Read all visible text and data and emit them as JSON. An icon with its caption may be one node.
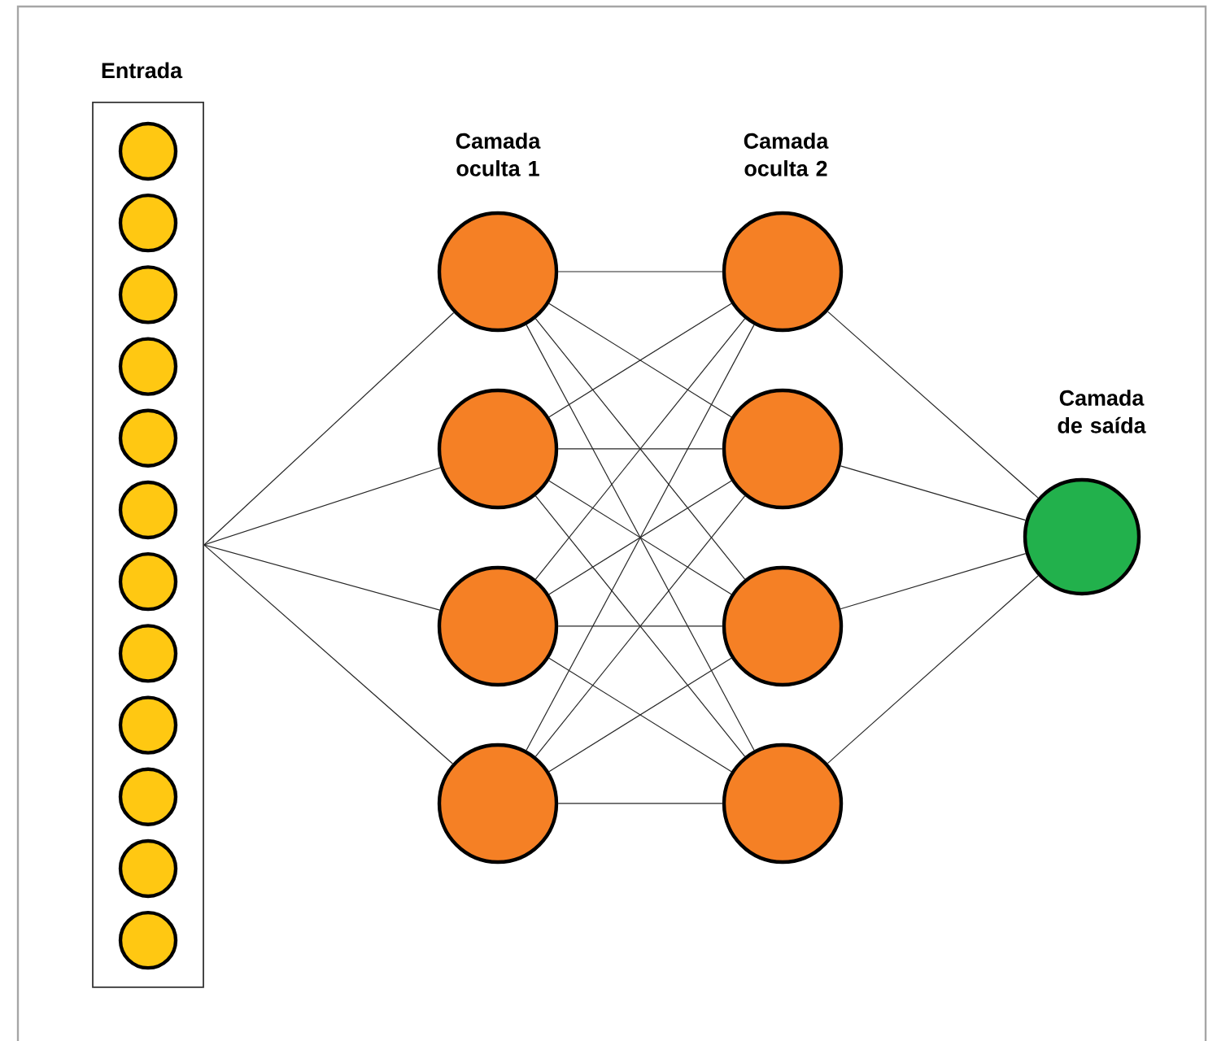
{
  "diagram": {
    "nodes": [
      {
        "text": [
          "Entrada"
        ]
      },
      {
        "text": [],
        "shape": "circle",
        "in": 0
      },
      {
        "text": [],
        "shape": "circle",
        "in": 0
      },
      {
        "text": [],
        "shape": "circle",
        "in": 0
      },
      {
        "text": [],
        "shape": "circle",
        "in": 0
      },
      {
        "text": [],
        "shape": "circle",
        "in": 0
      },
      {
        "text": [],
        "shape": "circle",
        "in": 0
      },
      {
        "text": [],
        "shape": "circle",
        "in": 0
      },
      {
        "text": [],
        "shape": "circle",
        "in": 0
      },
      {
        "text": [],
        "shape": "circle",
        "in": 0
      },
      {
        "text": [],
        "shape": "circle",
        "in": 0
      },
      {
        "text": [],
        "shape": "circle",
        "in": 0
      },
      {
        "text": [],
        "shape": "circle",
        "in": 0
      },
      {
        "text": [],
        "shape": "circle"
      },
      {
        "text": [],
        "shape": "circle"
      },
      {
        "text": [],
        "shape": "circle"
      },
      {
        "text": [],
        "shape": "circle"
      },
      {
        "text": [],
        "shape": "circle"
      },
      {
        "text": [],
        "shape": "circle"
      },
      {
        "text": [],
        "shape": "circle"
      },
      {
        "text": [],
        "shape": "circle"
      },
      {
        "text": [],
        "shape": "circle"
      }
    ],
    "edges": [
      {
        "from": 0,
        "to": 13,
        "arrow": "none"
      },
      {
        "from": 0,
        "to": 14,
        "arrow": "none"
      },
      {
        "from": 0,
        "to": 15,
        "arrow": "none"
      },
      {
        "from": 0,
        "to": 16,
        "arrow": "none"
      },
      {
        "from": 13,
        "to": 17,
        "arrow": "none"
      },
      {
        "from": 13,
        "to": 18,
        "arrow": "none"
      },
      {
        "from": 13,
        "to": 19,
        "arrow": "none"
      },
      {
        "from": 13,
        "to": 20,
        "arrow": "none"
      },
      {
        "from": 14,
        "to": 17,
        "arrow": "none"
      },
      {
        "from": 14,
        "to": 18,
        "arrow": "none"
      },
      {
        "from": 14,
        "to": 19,
        "arrow": "none"
      },
      {
        "from": 14,
        "to": 20,
        "arrow": "none"
      },
      {
        "from": 15,
        "to": 17,
        "arrow": "none"
      },
      {
        "from": 15,
        "to": 18,
        "arrow": "none"
      },
      {
        "from": 15,
        "to": 19,
        "arrow": "none"
      },
      {
        "from": 15,
        "to": 20,
        "arrow": "none"
      },
      {
        "from": 16,
        "to": 17,
        "arrow": "none"
      },
      {
        "from": 16,
        "to": 18,
        "arrow": "none"
      },
      {
        "from": 16,
        "to": 19,
        "arrow": "none"
      },
      {
        "from": 16,
        "to": 20,
        "arrow": "none"
      },
      {
        "from": 17,
        "to": 21,
        "arrow": "none"
      },
      {
        "from": 18,
        "to": 21,
        "arrow": "none"
      },
      {
        "from": 19,
        "to": 21,
        "arrow": "none"
      },
      {
        "from": 20,
        "to": 21,
        "arrow": "none"
      }
    ],
    "labels": [
      "Camada oculta 1",
      "Camada oculta 2",
      "Camada de saída"
    ]
  }
}
